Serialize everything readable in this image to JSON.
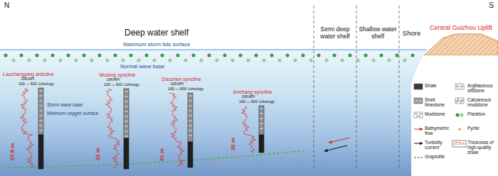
{
  "diagram": {
    "nodes": [
      {
        "text": [
          "Deep water shelf"
        ]
      },
      {
        "text": [
          "Semi deep water shelf"
        ]
      },
      {
        "text": [
          "Shallow water shelf"
        ]
      },
      {
        "text": [
          "Shore"
        ]
      },
      {
        "text": [
          "Central Guizhou Uplift"
        ]
      }
    ],
    "labels": [
      "N",
      "S",
      "Maximum storm tide surface",
      "Normal wave base",
      "Storm wave base",
      "Minimum oxygen surface",
      "Laochangping anticline",
      "GR/API",
      "100",
      "600",
      "Lithology",
      "37.5 m",
      "Wulong syncline",
      "GR/API",
      "100",
      "600",
      "Lithology",
      "32 m",
      "Daozhen syncline",
      "GR/API",
      "100",
      "600",
      "Lithology",
      "31 m",
      "Anchang syncline",
      "GR/API",
      "100",
      "600",
      "Lithology",
      "20 m",
      "37.5 m"
    ],
    "legend": [
      {
        "text": "Shale",
        "color": "#3a3a3a"
      },
      {
        "text": "Shell limestone"
      },
      {
        "text": "Mudstone"
      },
      {
        "text": "Bathymetric flow"
      },
      {
        "text": "Turbidity current"
      },
      {
        "text": "Graptolite"
      },
      {
        "text": "Argillaceous siltstone"
      },
      {
        "text": "Calcareous mudstone"
      },
      {
        "text": "Plankton"
      },
      {
        "text": "Pyrite"
      },
      {
        "text": "Thickness of high-quality shale"
      }
    ]
  }
}
